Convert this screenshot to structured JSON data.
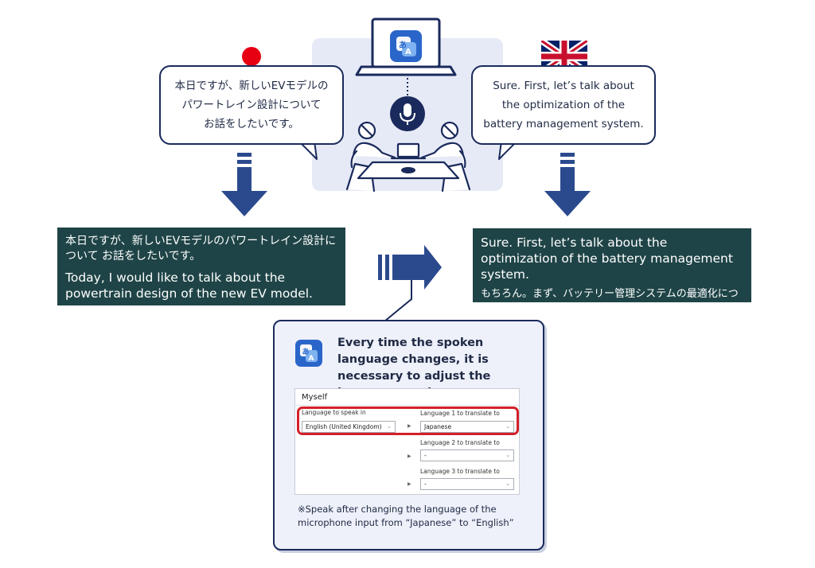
{
  "colors": {
    "navy": "#1a2a5c",
    "arrow_blue": "#2b4a8e",
    "result_bg": "#1f4447",
    "panel_bg": "#e6eaf6",
    "highlight_red": "#d3202a"
  },
  "icons": {
    "translator_app": "translator-app-icon",
    "microphone": "microphone-icon",
    "japan_flag": "japan-flag-icon",
    "uk_flag": "uk-flag-icon"
  },
  "left_bubble": {
    "lines": [
      "本日ですが、新しいEVモデルの",
      "パワートレイン設計について",
      "お話をしたいです。"
    ]
  },
  "right_bubble": {
    "lines": [
      "Sure. First, let’s talk about",
      "the optimization of the",
      "battery management system."
    ]
  },
  "left_result": {
    "original": "本日ですが、新しいEVモデルのパワートレイン設計について お話をしたいです。",
    "translation": "Today, I would like to talk about the powertrain design of the new EV model."
  },
  "right_result": {
    "original": "Sure. First, let’s talk about the optimization of the battery management system.",
    "translation": "もちろん。まず、バッテリー管理システムの最適化についてお話ししましょう。"
  },
  "info_panel": {
    "title": "Every time the spoken language changes, it is necessary to adjust the language settings.",
    "settings": {
      "section_title": "Myself",
      "speak_label": "Language to speak in",
      "speak_value": "English (United Kingdom)",
      "translate1_label": "Language 1 to translate to",
      "translate1_value": "Japanese",
      "translate2_label": "Language 2 to translate to",
      "translate2_value": "-",
      "translate3_label": "Language 3 to translate to",
      "translate3_value": "-"
    },
    "note": "※Speak after changing the language of the microphone input from “Japanese” to “English”"
  }
}
